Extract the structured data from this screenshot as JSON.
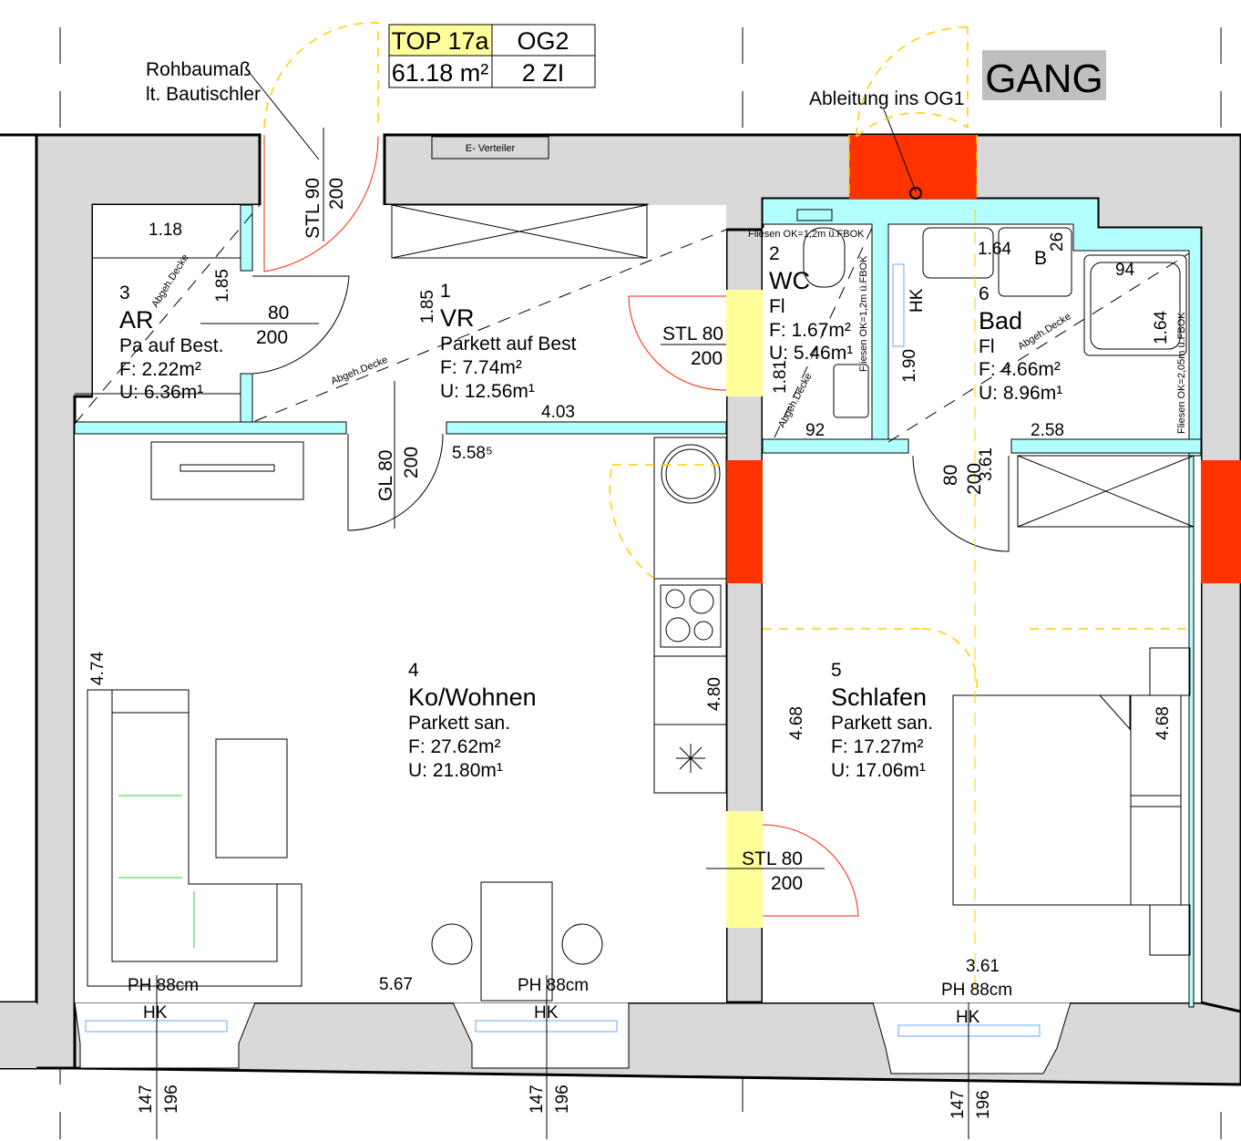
{
  "header": {
    "unit": "TOP 17a",
    "floor": "OG2",
    "area": "61.18 m²",
    "rooms": "2 ZI",
    "unit_color": "#ffff99"
  },
  "notes": {
    "rohbau_1": "Rohbaumaß",
    "rohbau_2": "lt. Bautischler",
    "gang": "GANG",
    "ableitung": "Ableitung ins OG1",
    "e_verteiler": "E- Verteiler"
  },
  "colors": {
    "wall": "#d9d9d9",
    "partition": "#b3ffff",
    "chimney": "#ff3300",
    "opening": "#ffff99"
  },
  "rooms": [
    {
      "no": "1",
      "name": "VR",
      "floor": "Parkett auf Best",
      "f": "F: 7.74m²",
      "u": "U: 12.56m¹"
    },
    {
      "no": "2",
      "name": "WC",
      "floor": "Fl",
      "f": "F: 1.67m²",
      "u": "U: 5.46m¹"
    },
    {
      "no": "3",
      "name": "AR",
      "floor": "Pa auf Best.",
      "f": "F: 2.22m²",
      "u": "U: 6.36m¹"
    },
    {
      "no": "4",
      "name": "Ko/Wohnen",
      "floor": "Parkett san.",
      "f": "F: 27.62m²",
      "u": "U: 21.80m¹"
    },
    {
      "no": "5",
      "name": "Schlafen",
      "floor": "Parkett san.",
      "f": "F: 17.27m²",
      "u": "U: 17.06m¹"
    },
    {
      "no": "6",
      "name": "Bad",
      "floor": "Fl",
      "f": "F: 4.66m²",
      "u": "U: 8.96m¹"
    }
  ],
  "doors": {
    "entry": {
      "type": "STL 90",
      "h": "200"
    },
    "ar": {
      "w": "80",
      "h": "200"
    },
    "wc": {
      "type": "STL 80",
      "h": "200"
    },
    "wohnen": {
      "type": "GL 80",
      "h": "200"
    },
    "schlafen": {
      "type": "STL 80",
      "h": "200"
    },
    "bad": {
      "w": "80",
      "h": "200"
    }
  },
  "dims": {
    "d118": "1.18",
    "d185a": "1.85",
    "d185b": "1.85",
    "d403": "4.03",
    "d5585": "5.58⁵",
    "d474": "4.74",
    "d480": "4.80",
    "d567": "5.67",
    "d468a": "4.68",
    "d468b": "4.68",
    "d361a": "3.61",
    "d361b": "3.61",
    "d181": "1.81",
    "d92": "92",
    "d190": "1.90",
    "d164a": "1.64",
    "d164b": "1.64",
    "d94": "94",
    "d26": "26",
    "d258": "2.58",
    "b": "B"
  },
  "labels": {
    "hk": "HK",
    "ph": "PH 88cm",
    "sill_a": "147",
    "sill_b": "196",
    "fliesen_12": "Fliesen OK=1,2m ü.FBOK",
    "fliesen_205": "Fliesen OK=2,05m ü.FBOK",
    "abgeh": "Abgeh.Decke"
  }
}
